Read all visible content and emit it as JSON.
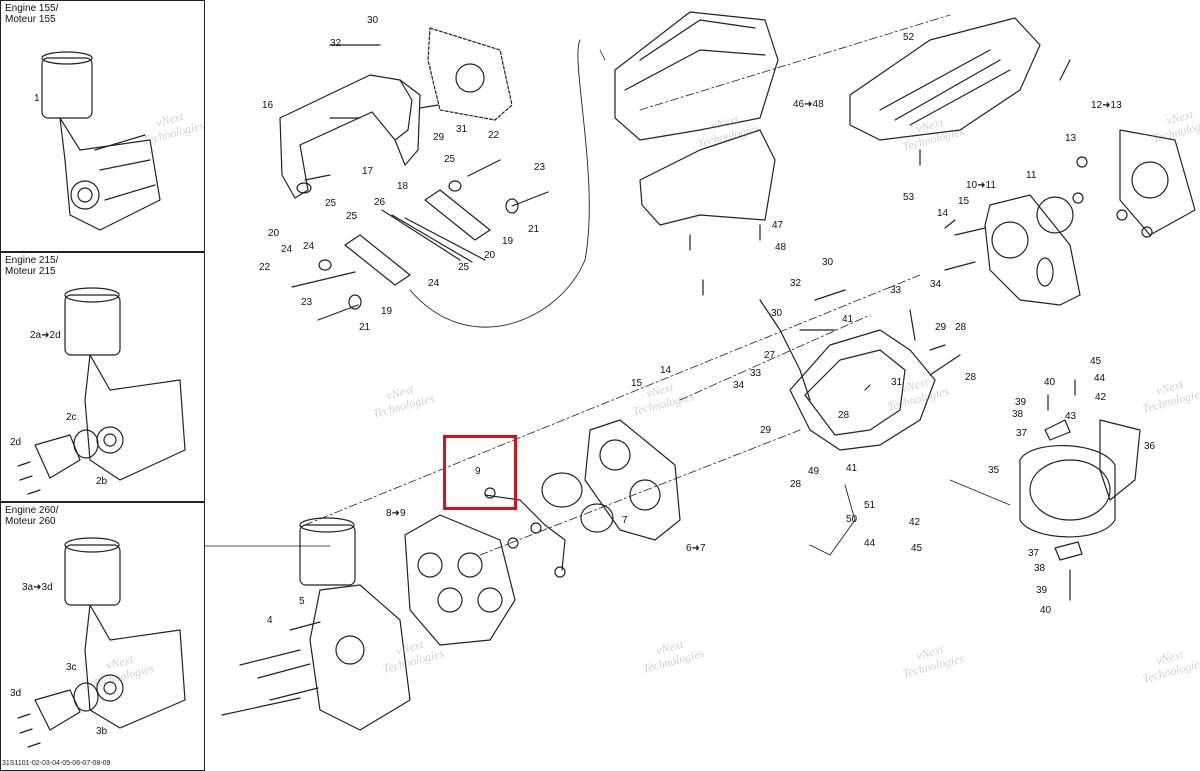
{
  "insets": [
    {
      "title": "Engine 155/\nMoteur 155",
      "labels": [
        "1"
      ]
    },
    {
      "title": "Engine 215/\nMoteur 215",
      "labels": [
        "2a➜2d",
        "2c",
        "2d",
        "2b"
      ]
    },
    {
      "title": "Engine 260/\nMoteur 260",
      "labels": [
        "3a➜3d",
        "3c",
        "3d",
        "3b"
      ]
    }
  ],
  "callouts": [
    "30",
    "32",
    "16",
    "29",
    "31",
    "22",
    "17",
    "25",
    "18",
    "25",
    "26",
    "25",
    "23",
    "21",
    "19",
    "24",
    "20",
    "20",
    "24",
    "25",
    "22",
    "24",
    "19",
    "23",
    "21",
    "52",
    "46➜48",
    "12➜13",
    "13",
    "47",
    "48",
    "53",
    "10➜11",
    "11",
    "14",
    "15",
    "30",
    "32",
    "34",
    "33",
    "30",
    "41",
    "29",
    "28",
    "27",
    "33",
    "34",
    "31",
    "28",
    "28",
    "29",
    "49",
    "41",
    "51",
    "50",
    "42",
    "44",
    "45",
    "28",
    "15",
    "14",
    "9",
    "8➜9",
    "7",
    "6➜7",
    "5",
    "4",
    "45",
    "44",
    "40",
    "39",
    "42",
    "38",
    "43",
    "37",
    "36",
    "35",
    "37",
    "38",
    "39",
    "40"
  ],
  "highlight_label": "9",
  "watermark": "vNext\nTechnologies",
  "footer": "31S1101-02-03-04-05-06-07-08-09",
  "colors": {
    "line": "#222222",
    "highlight": "#d0141e"
  }
}
